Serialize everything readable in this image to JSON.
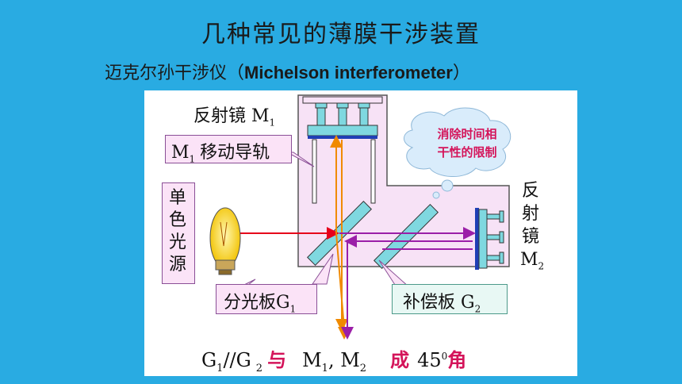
{
  "title": "几种常见的薄膜干涉装置",
  "subtitle": {
    "prefix": "迈克尔孙干涉仪（",
    "english": "Michelson interferometer",
    "suffix": "）"
  },
  "labels": {
    "mirror1": "反射镜 M",
    "mirror1_sub": "1",
    "rail": "M",
    "rail_sub": "1",
    "rail_text": "移动导轨",
    "cloud": "消除时间相干性的限制",
    "cloud_line1": "消除时间相",
    "cloud_line2": "干性的限制",
    "lamp": "单色光源",
    "lamp_chars": [
      "单",
      "色",
      "光",
      "源"
    ],
    "mirror2_chars": [
      "反",
      "射",
      "镜"
    ],
    "mirror2_M": "M",
    "mirror2_sub": "2",
    "splitter": "分光板G",
    "splitter_sub": "1",
    "compensator": "补偿板 G",
    "compensator_sub": "2"
  },
  "formula": {
    "g1": "G",
    "g1_sub": "1",
    "parallel": "//G",
    "g2_sub": "2",
    "with": "与",
    "m1": "M",
    "m1_sub": "1",
    "comma": ", M",
    "m2_sub": "2",
    "form": "成",
    "angle": "45",
    "deg": "0",
    "jiao": "角"
  },
  "colors": {
    "background": "#29abe2",
    "accent_red": "#d4145a",
    "beam_red": "#e6001a",
    "beam_orange": "#f08a00",
    "beam_purple": "#9b1fa8",
    "plate_cyan": "#7fd8e0",
    "mirror_blue": "#1f3fb5",
    "box_pink": "#fbe3f7"
  }
}
